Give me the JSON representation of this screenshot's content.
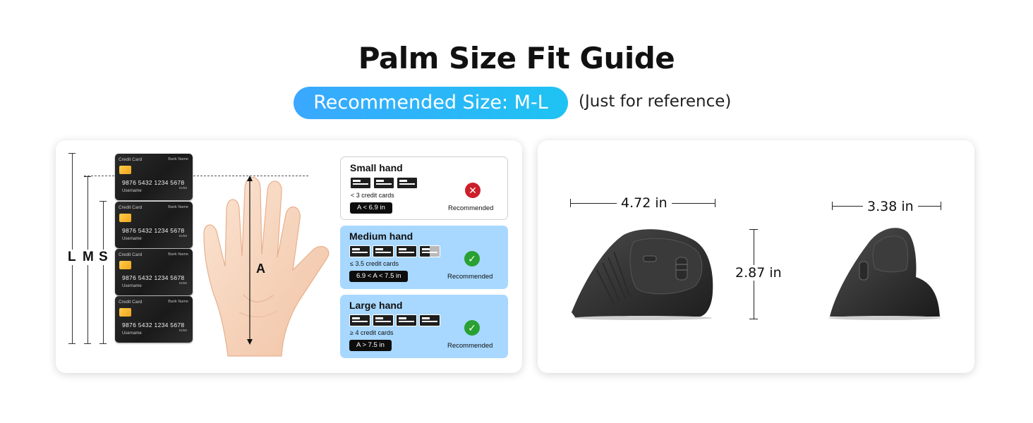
{
  "title": "Palm Size Fit Guide",
  "recommended_label": "Recommended Size: M-L",
  "reference_note": "(Just for reference)",
  "ruler_letters": [
    "L",
    "M",
    "S"
  ],
  "hand_dimension_label": "A",
  "credit_card": {
    "type": "Credit Card",
    "bank": "Bank Name",
    "number": "9876  5432  1234  5678",
    "username": "Username",
    "expiry": "01/50",
    "chip_color": "#f5b52a"
  },
  "hand_sizes": [
    {
      "name": "Small hand",
      "cards": "< 3 credit cards",
      "range": "A < 6.9 in",
      "status": "Recommended",
      "status_icon": "x-circle-icon",
      "card_icons": 3,
      "half_card": false,
      "recommended": false
    },
    {
      "name": "Medium hand",
      "cards": "≤ 3.5 credit cards",
      "range": "6.9 < A < 7.5 in",
      "status": "Recommended",
      "status_icon": "check-circle-icon",
      "card_icons": 3,
      "half_card": true,
      "recommended": true
    },
    {
      "name": "Large hand",
      "cards": "≥ 4 credit cards",
      "range": "A > 7.5 in",
      "status": "Recommended",
      "status_icon": "check-circle-icon",
      "card_icons": 4,
      "half_card": false,
      "recommended": true
    }
  ],
  "dimensions": {
    "length": "4.72 in",
    "width": "3.38 in",
    "height": "2.87 in"
  },
  "colors": {
    "pill_start": "#3aa8ff",
    "pill_end": "#1ec3f2",
    "box_blue": "#a8d8ff",
    "bad": "#cc1f2a",
    "good": "#29a032"
  }
}
